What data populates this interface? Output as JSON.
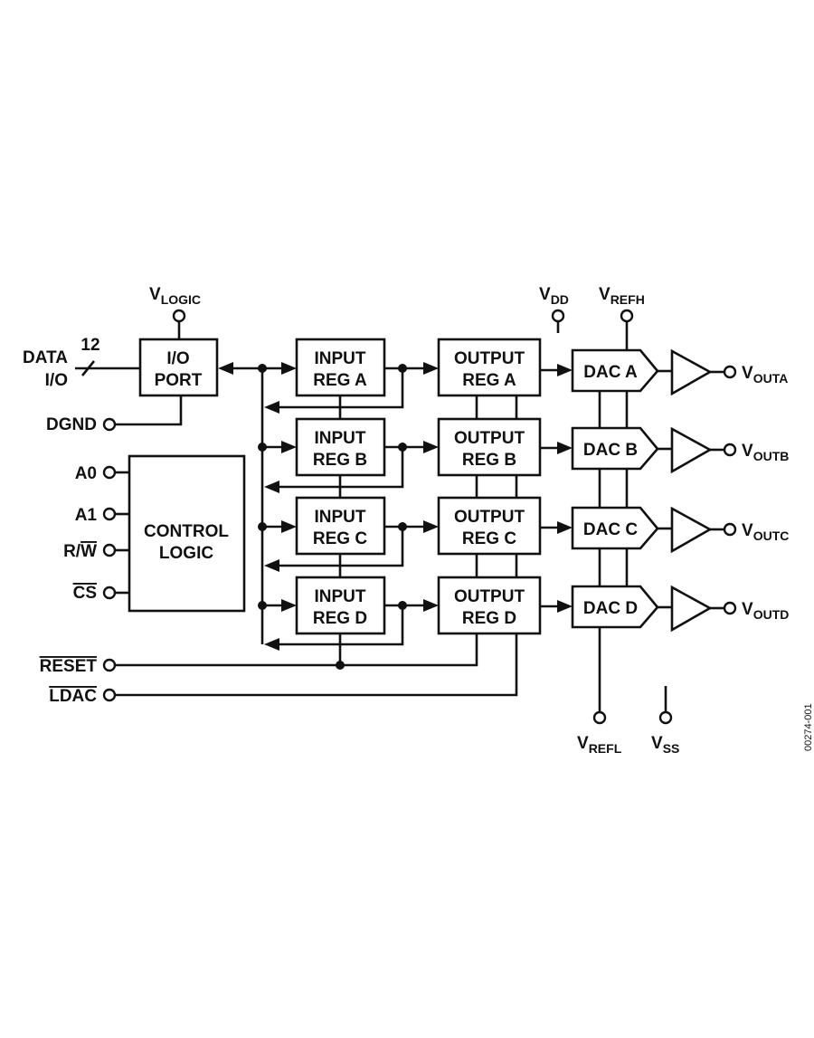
{
  "io_port": {
    "line1": "I/O",
    "line2": "PORT"
  },
  "control_logic": {
    "line1": "CONTROL",
    "line2": "LOGIC"
  },
  "data_io": {
    "line1": "DATA",
    "line2": "I/O",
    "bus_width": "12"
  },
  "power_pins": {
    "vlogic": {
      "main": "V",
      "sub": "LOGIC"
    },
    "vdd": {
      "main": "V",
      "sub": "DD"
    },
    "vrefh": {
      "main": "V",
      "sub": "REFH"
    },
    "vrefl": {
      "main": "V",
      "sub": "REFL"
    },
    "vss": {
      "main": "V",
      "sub": "SS"
    },
    "dgnd": "DGND"
  },
  "control_pins": {
    "a0": "A0",
    "a1": "A1",
    "r": "R/",
    "w": "W",
    "cs": "CS",
    "reset": "RESET",
    "ldac": "LDAC"
  },
  "channels": [
    {
      "input_l1": "INPUT",
      "input_l2": "REG A",
      "output_l1": "OUTPUT",
      "output_l2": "REG A",
      "dac": "DAC A",
      "vout_main": "V",
      "vout_sub": "OUTA"
    },
    {
      "input_l1": "INPUT",
      "input_l2": "REG B",
      "output_l1": "OUTPUT",
      "output_l2": "REG B",
      "dac": "DAC B",
      "vout_main": "V",
      "vout_sub": "OUTB"
    },
    {
      "input_l1": "INPUT",
      "input_l2": "REG C",
      "output_l1": "OUTPUT",
      "output_l2": "REG C",
      "dac": "DAC C",
      "vout_main": "V",
      "vout_sub": "OUTC"
    },
    {
      "input_l1": "INPUT",
      "input_l2": "REG D",
      "output_l1": "OUTPUT",
      "output_l2": "REG D",
      "dac": "DAC D",
      "vout_main": "V",
      "vout_sub": "OUTD"
    }
  ],
  "figure_code": "00274-001"
}
